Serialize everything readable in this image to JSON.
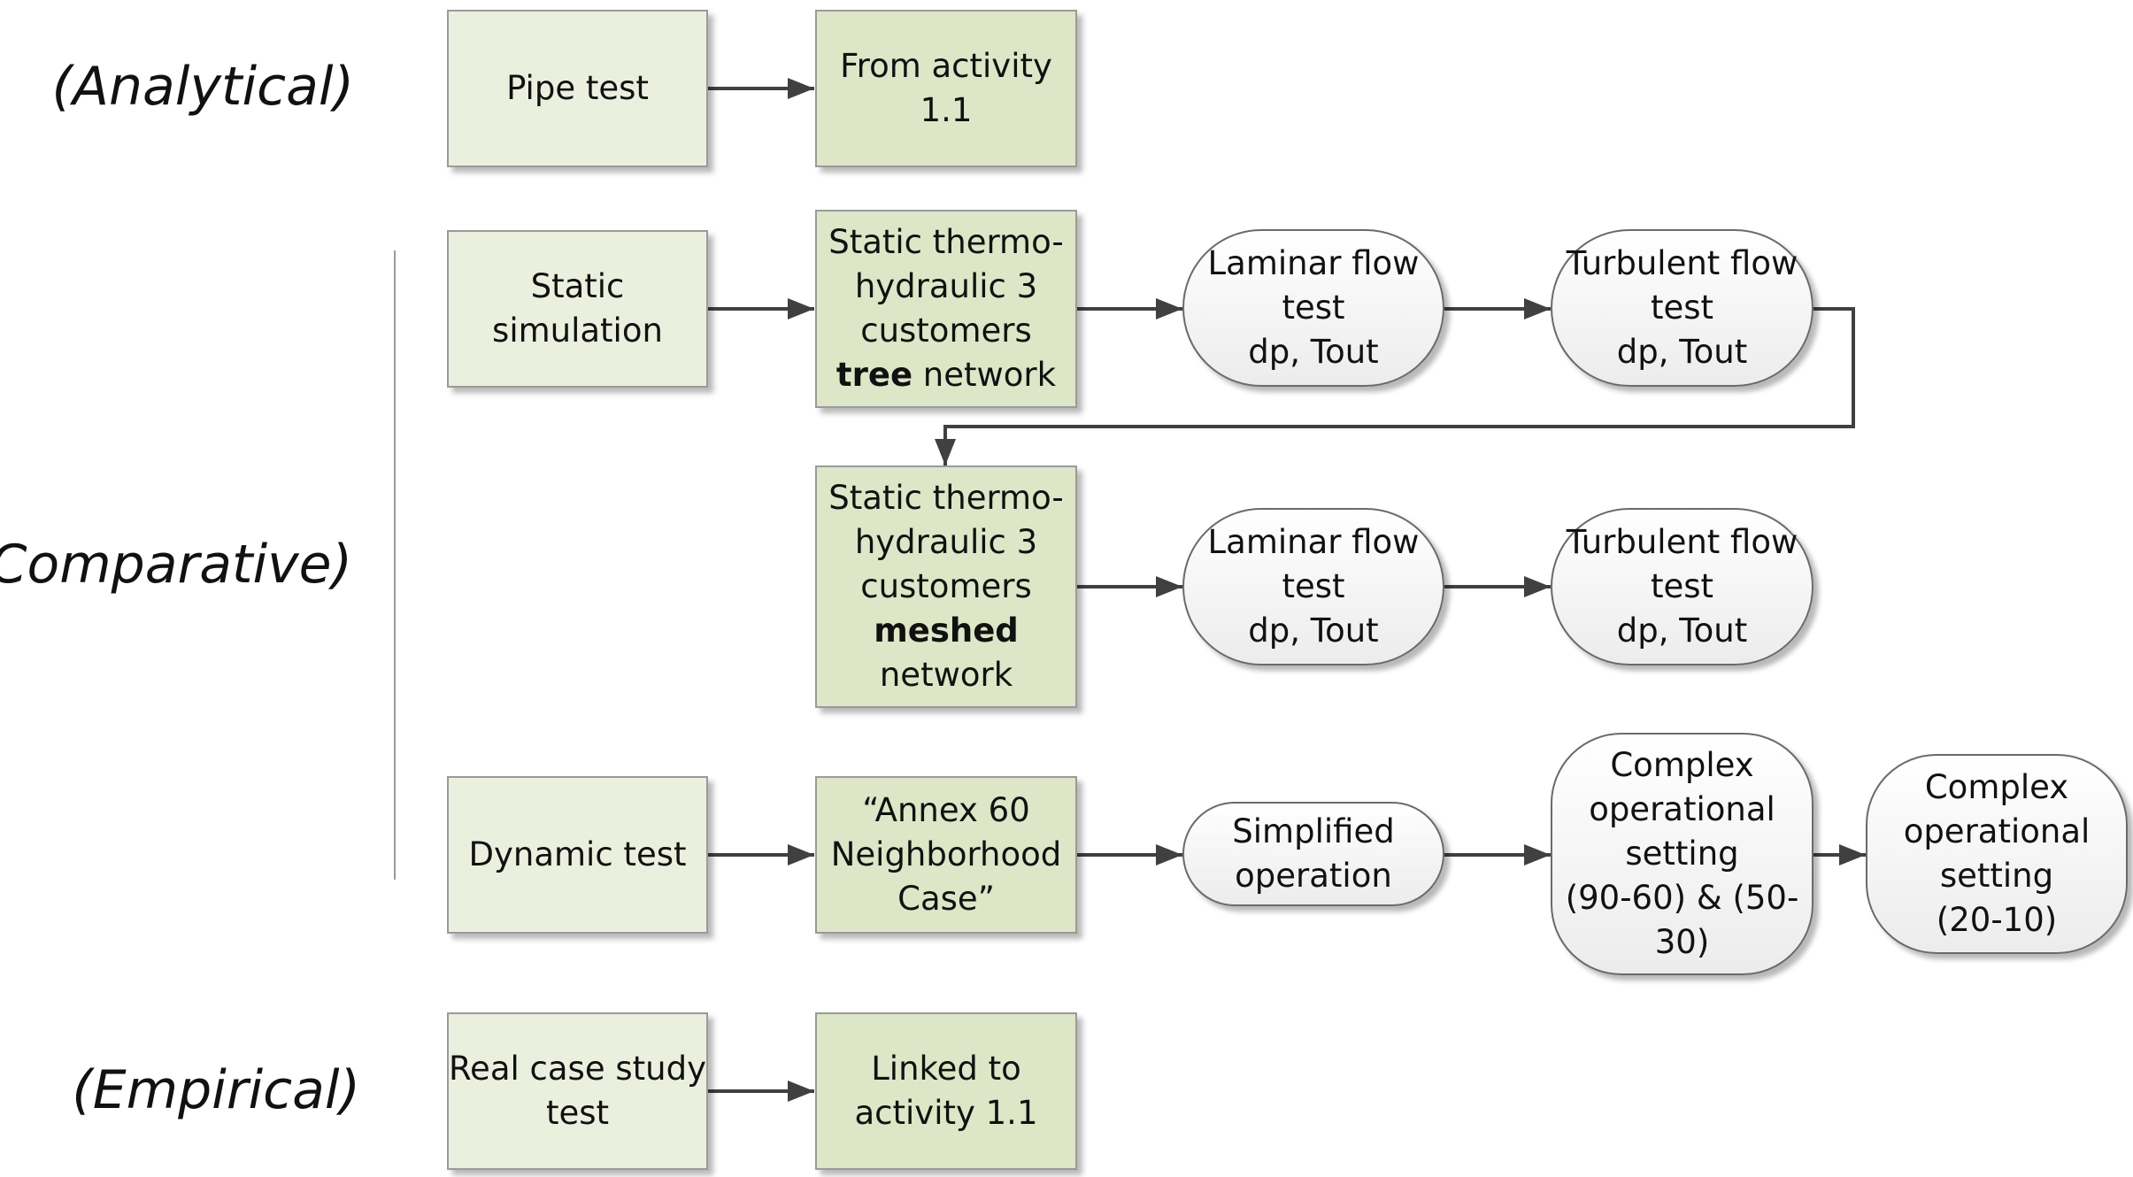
{
  "categories": {
    "analytical": "(Analytical)",
    "comparative": "(Comparative)",
    "empirical": "(Empirical)"
  },
  "rows": {
    "analytical": {
      "start": [
        "Pipe test"
      ],
      "next": [
        "From activity",
        "1.1"
      ]
    },
    "static": {
      "start": [
        "Static",
        "simulation"
      ],
      "tree_network": [
        "Static thermo-",
        "hydraulic 3",
        "customers",
        "tree",
        " network"
      ],
      "laminar": [
        "Laminar flow",
        "test",
        "dp, Tout"
      ],
      "turbulent": [
        "Turbulent flow",
        "test",
        "dp, Tout"
      ]
    },
    "meshed": {
      "meshed_network": [
        "Static thermo-",
        "hydraulic 3",
        "customers",
        "meshed",
        "network"
      ],
      "laminar": [
        "Laminar flow",
        "test",
        "dp, Tout"
      ],
      "turbulent": [
        "Turbulent flow",
        "test",
        "dp, Tout"
      ]
    },
    "dynamic": {
      "start": [
        "Dynamic test"
      ],
      "case": [
        "“Annex 60",
        "Neighborhood",
        "Case”"
      ],
      "simplified": [
        "Simplified",
        "operation"
      ],
      "complex_a": [
        "Complex",
        "operational",
        "setting",
        "(90-60) & (50-",
        "30)"
      ],
      "complex_b": [
        "Complex",
        "operational",
        "setting",
        "(20-10)"
      ]
    },
    "empirical": {
      "start": [
        "Real case study",
        "test"
      ],
      "next": [
        "Linked to",
        "activity 1.1"
      ]
    }
  }
}
